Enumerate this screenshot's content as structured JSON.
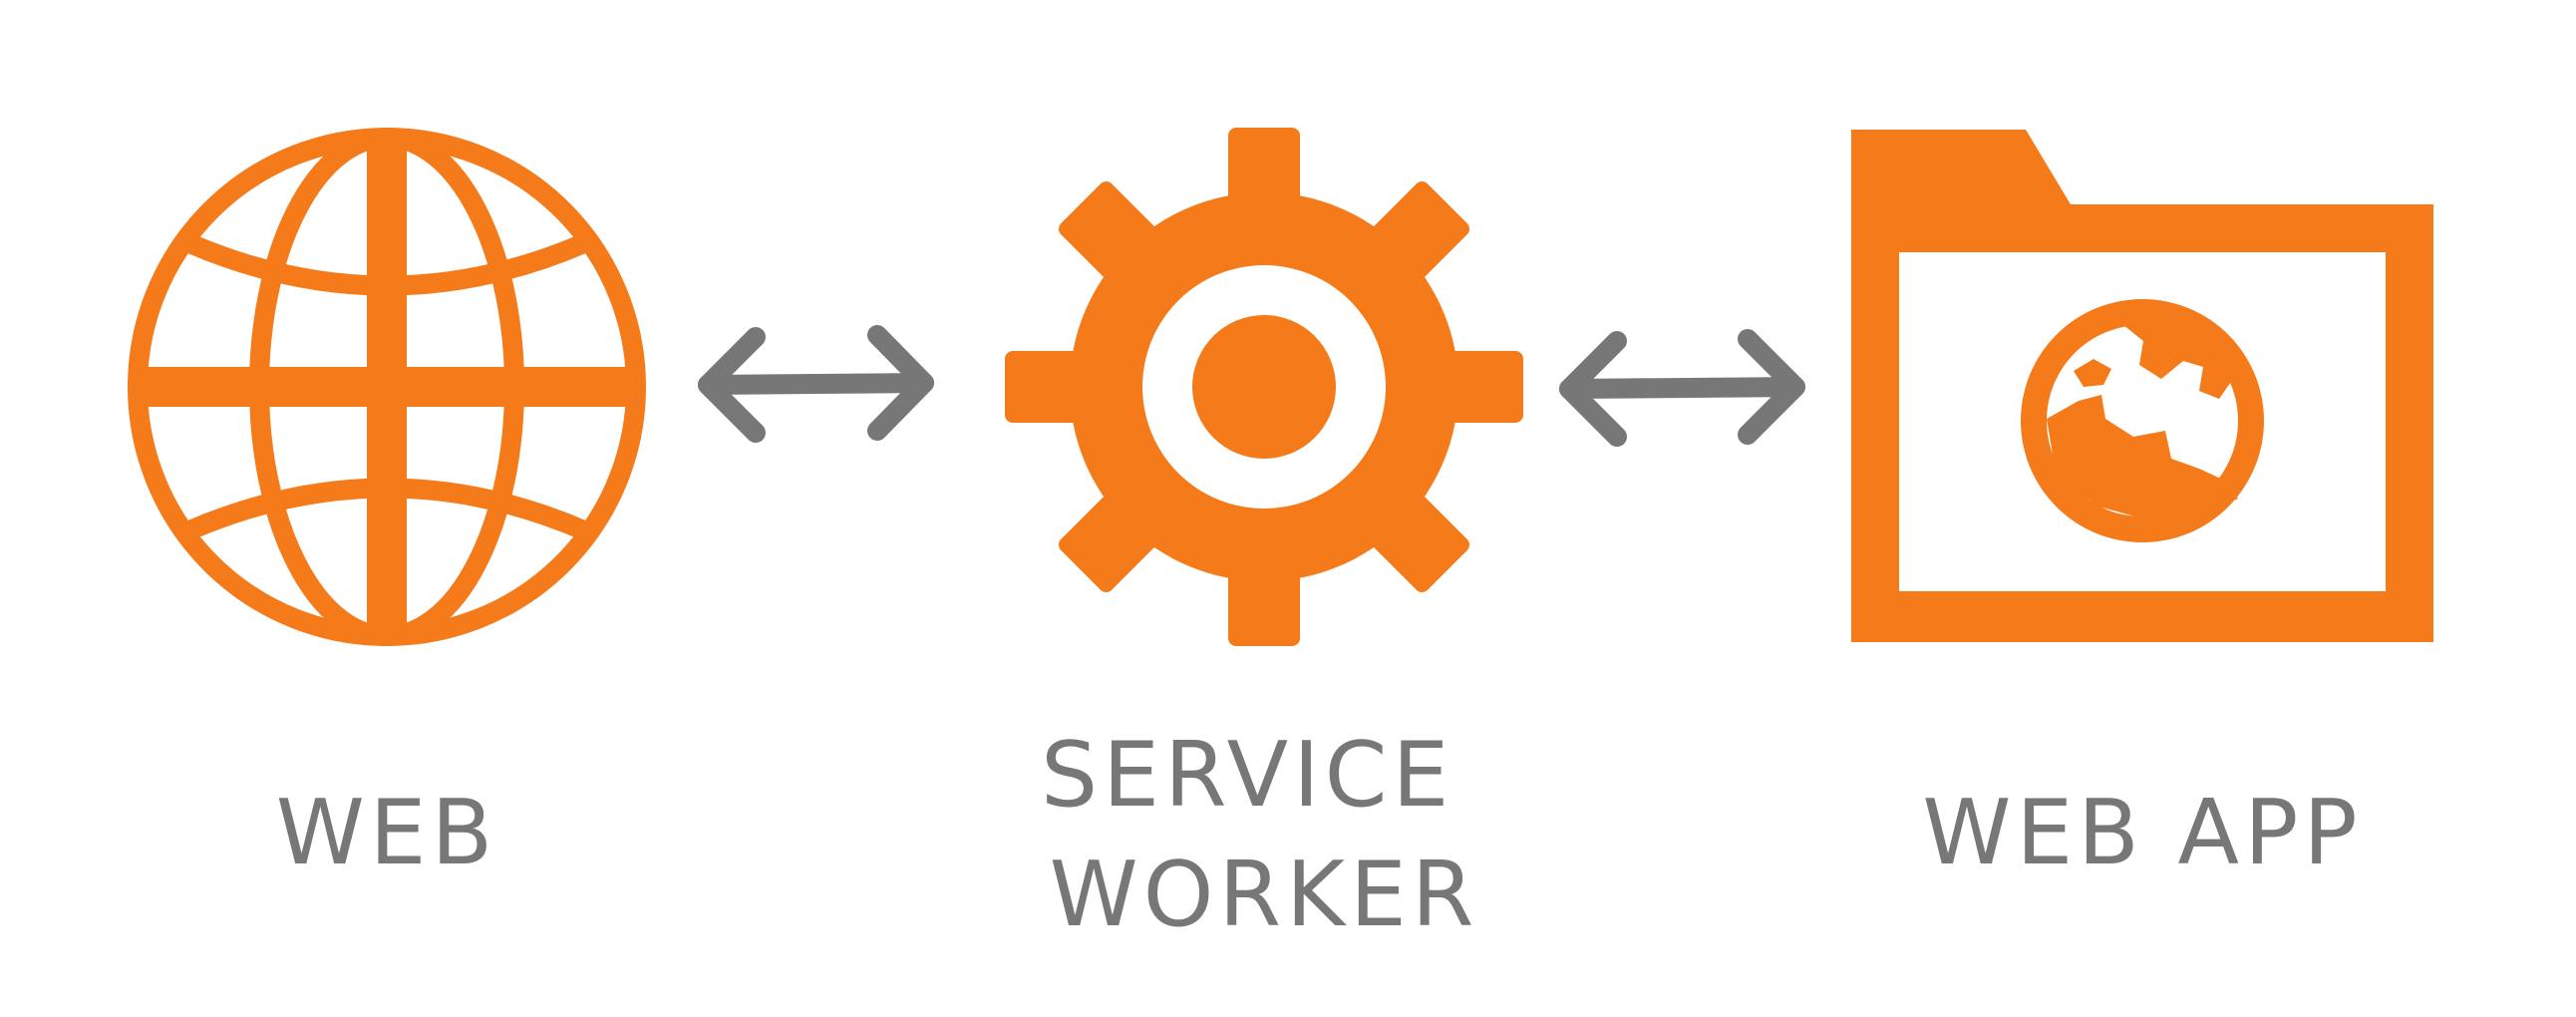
{
  "colors": {
    "accent": "#F47A1A",
    "arrow": "#777777",
    "label": "#777777",
    "background": "#FFFFFF"
  },
  "nodes": [
    {
      "id": "web",
      "icon": "globe-icon",
      "label_lines": [
        "WEB"
      ]
    },
    {
      "id": "service-worker",
      "icon": "gear-icon",
      "label_lines": [
        "SERVICE",
        "WORKER"
      ]
    },
    {
      "id": "web-app",
      "icon": "folder-globe-icon",
      "label_lines": [
        "WEB APP"
      ]
    }
  ],
  "edges": [
    {
      "from": "web",
      "to": "service-worker",
      "direction": "bidirectional",
      "icon": "double-arrow-icon"
    },
    {
      "from": "service-worker",
      "to": "web-app",
      "direction": "bidirectional",
      "icon": "double-arrow-icon"
    }
  ]
}
